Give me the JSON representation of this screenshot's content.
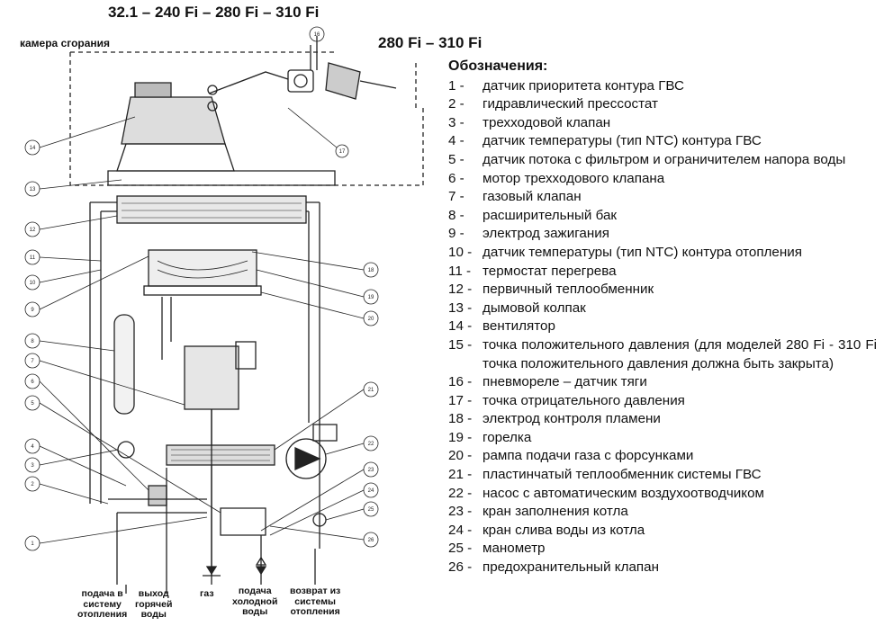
{
  "header": {
    "model_title": "32.1 – 240 Fi – 280 Fi – 310 Fi",
    "chamber_label": "камера сгорания",
    "sub_title": "280 Fi – 310 Fi"
  },
  "legend": {
    "heading": "Обозначения:",
    "items": [
      {
        "num": "1  -",
        "text": "датчик приоритета контура ГВС"
      },
      {
        "num": "2  -",
        "text": "гидравлический прессостат"
      },
      {
        "num": "3  -",
        "text": "трехходовой клапан"
      },
      {
        "num": "4  -",
        "text": "датчик температуры (тип NTC) контура ГВС"
      },
      {
        "num": "5  -",
        "text": "датчик потока с фильтром и ограничителем напора воды"
      },
      {
        "num": "6  -",
        "text": "мотор трехходового клапана"
      },
      {
        "num": "7  -",
        "text": "газовый клапан"
      },
      {
        "num": "8  -",
        "text": "расширительный бак"
      },
      {
        "num": "9  -",
        "text": "электрод зажигания"
      },
      {
        "num": "10 -",
        "text": "датчик температуры (тип NTC) контура отопления"
      },
      {
        "num": "11 -",
        "text": "термостат перегрева"
      },
      {
        "num": "12 -",
        "text": "первичный теплообменник"
      },
      {
        "num": "13 -",
        "text": "дымовой колпак"
      },
      {
        "num": "14 -",
        "text": "вентилятор"
      },
      {
        "num": "15  -",
        "text": "точка положительного давления (для моделей 280 Fi - 310 Fi точка положительного давления должна быть закрыта)"
      },
      {
        "num": "16 -",
        "text": "пневмореле – датчик тяги"
      },
      {
        "num": "17 -",
        "text": "точка отрицательного давления"
      },
      {
        "num": "18 -",
        "text": "электрод контроля пламени"
      },
      {
        "num": "19 -",
        "text": "горелка"
      },
      {
        "num": "20 -",
        "text": "рампа подачи газа с форсунками"
      },
      {
        "num": "21 -",
        "text": "пластинчатый теплообменник системы ГВС"
      },
      {
        "num": "22 -",
        "text": "насос с автоматическим воздухоотводчиком"
      },
      {
        "num": "23 -",
        "text": "кран заполнения котла"
      },
      {
        "num": "24 -",
        "text": "кран слива воды из котла"
      },
      {
        "num": "25 -",
        "text": "манометр"
      },
      {
        "num": "26 -",
        "text": "предохранительный клапан"
      }
    ]
  },
  "connections": [
    {
      "line1": "подача в",
      "line2": "систему",
      "line3": "отопления"
    },
    {
      "line1": "выход",
      "line2": "горячей",
      "line3": "воды"
    },
    {
      "line1": "газ",
      "line2": "",
      "line3": ""
    },
    {
      "line1": "подача",
      "line2": "холодной",
      "line3": "воды"
    },
    {
      "line1": "возврат из",
      "line2": "системы",
      "line3": "отопления"
    }
  ],
  "callouts": {
    "left": [
      "14",
      "13",
      "12",
      "11",
      "10",
      "9",
      "8",
      "7",
      "6",
      "5",
      "4",
      "3",
      "2",
      "1"
    ],
    "top": [
      "16"
    ],
    "inner": [
      "17"
    ],
    "right": [
      "18",
      "19",
      "20",
      "21",
      "22",
      "23",
      "24",
      "25",
      "26"
    ]
  }
}
